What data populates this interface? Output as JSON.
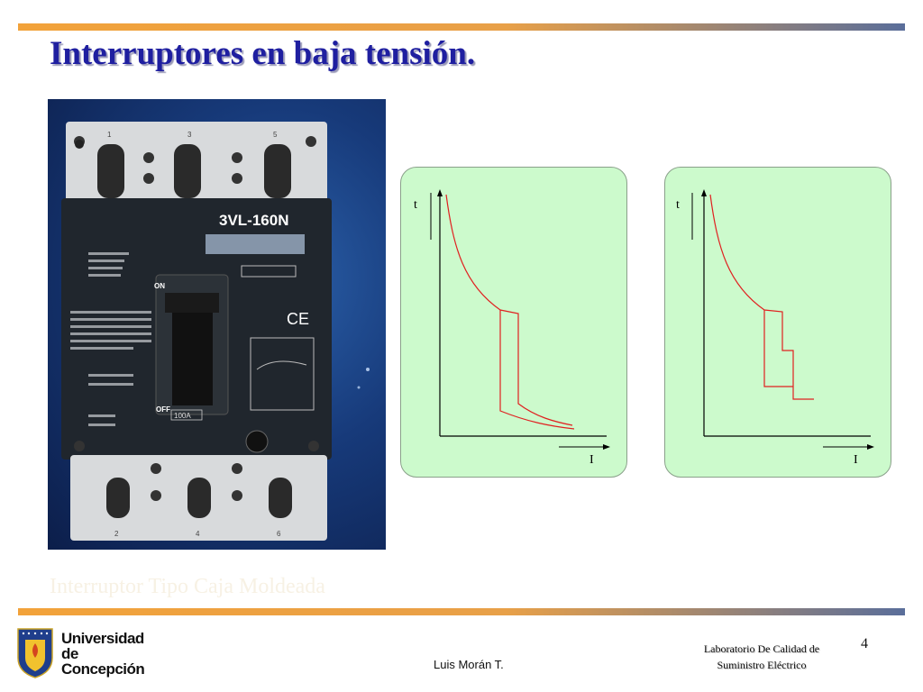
{
  "slide": {
    "title": "Interruptores en baja tensión.",
    "caption": "Interruptor Tipo Caja Moldeada",
    "page_number": "4"
  },
  "photo": {
    "model_label": "3VL-160N",
    "on_label": "ON",
    "off_label": "OFF",
    "ce_mark": "CE",
    "rating_label": "100A",
    "terminal_top": [
      "1",
      "3",
      "5"
    ],
    "terminal_bottom": [
      "2",
      "4",
      "6"
    ]
  },
  "graph_left": {
    "t_label": "t",
    "i_label": "I"
  },
  "graph_right": {
    "t_label": "t",
    "i_label": "I"
  },
  "footer": {
    "university_line1": "Universidad",
    "university_line2": "de Concepción",
    "author": "Luis Morán T.",
    "lab_line1": "Laboratorio De Calidad de",
    "lab_line2": "Suministro Eléctrico"
  },
  "colors": {
    "title": "#1f1fa0",
    "curve": "#e02020",
    "panel": "#ccfacc"
  }
}
